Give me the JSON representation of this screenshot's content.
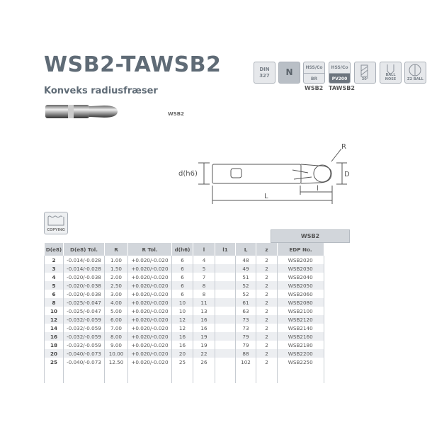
{
  "header": {
    "title": "WSB2-TAWSB2",
    "subtitle": "Konveks radiusfræser",
    "tool_label": "WSB2"
  },
  "icons": [
    {
      "name": "din-icon",
      "top": "DIN",
      "bottom": "327"
    },
    {
      "name": "n-type-icon",
      "label": "N"
    },
    {
      "name": "hss-co-br-icon",
      "top": "HSS/Co",
      "bottom": "BR"
    },
    {
      "name": "hss-co-pv200-icon",
      "top": "HSS/Co",
      "bottom": "PV200"
    },
    {
      "name": "helix-30-icon",
      "caption": "30°"
    },
    {
      "name": "ball-nose-icon",
      "caption": "BALL NOSE"
    },
    {
      "name": "z2-ball-icon",
      "caption": "Z2 BALL"
    }
  ],
  "grades": [
    "WSB2",
    "TAWSB2"
  ],
  "drawing": {
    "d": "d(h6)",
    "D": "D",
    "L": "L",
    "l": "l",
    "R": "R"
  },
  "copying_label": "COPYING",
  "table": {
    "group_header": "WSB2",
    "columns": [
      "D(e8)",
      "D(e8) Tol.",
      "R",
      "R Tol.",
      "d(h6)",
      "l",
      "l1",
      "L",
      "z",
      "EDP No."
    ],
    "rows": [
      [
        "2",
        "-0.014/-0.028",
        "1.00",
        "+0.020/-0.020",
        "6",
        "4",
        "",
        "48",
        "2",
        "WSB2020"
      ],
      [
        "3",
        "-0.014/-0.028",
        "1.50",
        "+0.020/-0.020",
        "6",
        "5",
        "",
        "49",
        "2",
        "WSB2030"
      ],
      [
        "4",
        "-0.020/-0.038",
        "2.00",
        "+0.020/-0.020",
        "6",
        "7",
        "",
        "51",
        "2",
        "WSB2040"
      ],
      [
        "5",
        "-0.020/-0.038",
        "2.50",
        "+0.020/-0.020",
        "6",
        "8",
        "",
        "52",
        "2",
        "WSB2050"
      ],
      [
        "6",
        "-0.020/-0.038",
        "3.00",
        "+0.020/-0.020",
        "6",
        "8",
        "",
        "52",
        "2",
        "WSB2060"
      ],
      [
        "8",
        "-0.025/-0.047",
        "4.00",
        "+0.020/-0.020",
        "10",
        "11",
        "",
        "61",
        "2",
        "WSB2080"
      ],
      [
        "10",
        "-0.025/-0.047",
        "5.00",
        "+0.020/-0.020",
        "10",
        "13",
        "",
        "63",
        "2",
        "WSB2100"
      ],
      [
        "12",
        "-0.032/-0.059",
        "6.00",
        "+0.020/-0.020",
        "12",
        "16",
        "",
        "73",
        "2",
        "WSB2120"
      ],
      [
        "14",
        "-0.032/-0.059",
        "7.00",
        "+0.020/-0.020",
        "12",
        "16",
        "",
        "73",
        "2",
        "WSB2140"
      ],
      [
        "16",
        "-0.032/-0.059",
        "8.00",
        "+0.020/-0.020",
        "16",
        "19",
        "",
        "79",
        "2",
        "WSB2160"
      ],
      [
        "18",
        "-0.032/-0.059",
        "9.00",
        "+0.020/-0.020",
        "16",
        "19",
        "",
        "79",
        "2",
        "WSB2180"
      ],
      [
        "20",
        "-0.040/-0.073",
        "10.00",
        "+0.020/-0.020",
        "20",
        "22",
        "",
        "88",
        "2",
        "WSB2200"
      ],
      [
        "25",
        "-0.040/-0.073",
        "12.50",
        "+0.020/-0.020",
        "25",
        "26",
        "",
        "102",
        "2",
        "WSB2250"
      ]
    ]
  }
}
